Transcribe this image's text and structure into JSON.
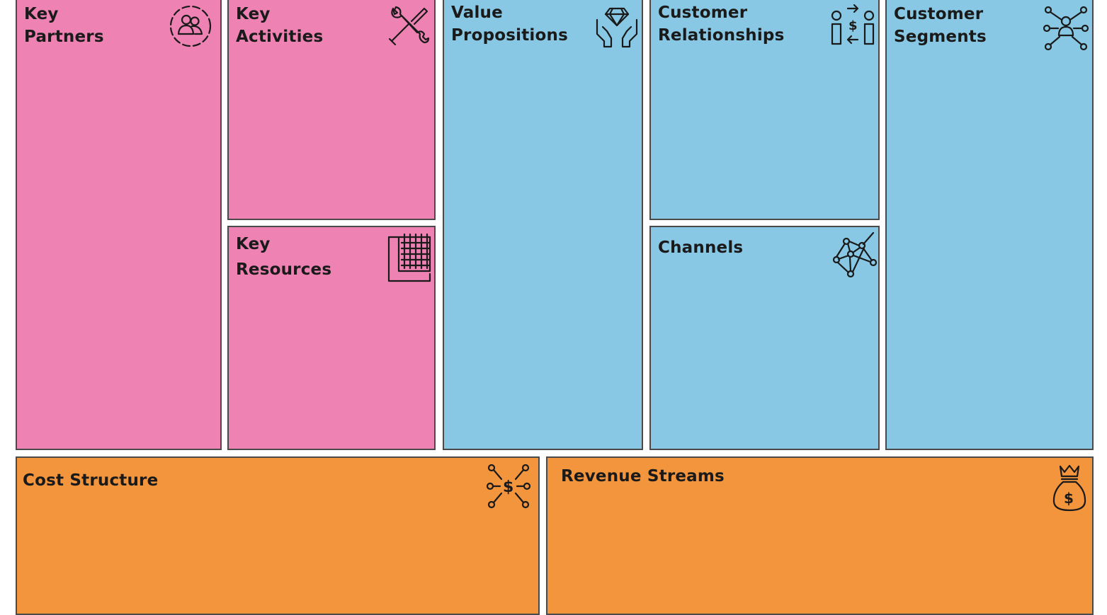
{
  "canvas": {
    "key_partners": {
      "line1": "Key",
      "line2": "Partners",
      "icon": "partners-group-icon",
      "color": "#ee82b3"
    },
    "key_activities": {
      "line1": "Key",
      "line2": "Activities",
      "icon": "wrench-screwdriver-icon",
      "color": "#ee82b3"
    },
    "key_resources": {
      "line1": "Key",
      "line2": "Resources",
      "icon": "grid-factory-icon",
      "color": "#ee82b3"
    },
    "value_propositions": {
      "line1": "Value",
      "line2": "Propositions",
      "icon": "diamond-hands-icon",
      "color": "#88c8e4"
    },
    "customer_relationships": {
      "line1": "Customer",
      "line2": "Relationships",
      "icon": "people-exchange-icon",
      "color": "#88c8e4"
    },
    "channels": {
      "line1": "Channels",
      "icon": "network-nodes-icon",
      "color": "#88c8e4"
    },
    "customer_segments": {
      "line1": "Customer",
      "line2": "Segments",
      "icon": "person-network-icon",
      "color": "#88c8e4"
    },
    "cost_structure": {
      "line1": "Cost Structure",
      "icon": "dollar-network-icon",
      "color": "#f3953c"
    },
    "revenue_streams": {
      "line1": "Revenue Streams",
      "icon": "money-bag-icon",
      "color": "#f3953c"
    }
  }
}
